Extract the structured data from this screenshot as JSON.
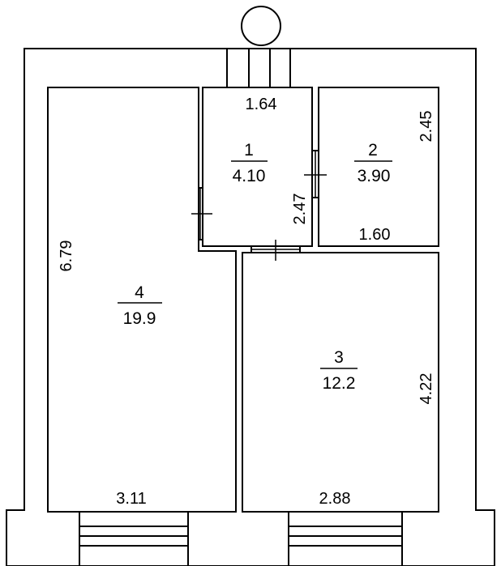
{
  "floor_plan": {
    "rooms": [
      {
        "number": "1",
        "area": "4.10",
        "width": "1.64",
        "height": "2.47"
      },
      {
        "number": "2",
        "area": "3.90",
        "width": "1.60",
        "height": "2.45"
      },
      {
        "number": "3",
        "area": "12.2",
        "width": "2.88",
        "height": "4.22"
      },
      {
        "number": "4",
        "area": "19.9",
        "width": "3.11",
        "height": "6.79"
      }
    ]
  }
}
